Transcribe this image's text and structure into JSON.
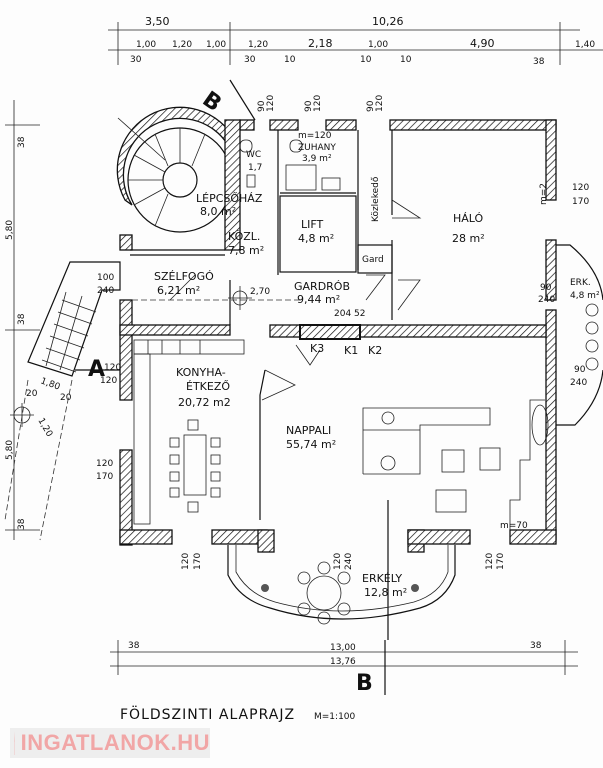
{
  "title": "FÖLDSZINTI ALAPRAJZ",
  "scale": "M=1:100",
  "watermark": "INGATLANOK.HU",
  "section_marks": {
    "a": "A",
    "b_top": "B",
    "b_bottom": "B"
  },
  "rooms": {
    "lepcsohaz": {
      "name": "LÉPCSŐHÁZ",
      "area": "8,0 m²"
    },
    "wc": {
      "name": "WC",
      "area": "1,7"
    },
    "zuhany": {
      "note": "m=120",
      "name": "ZUHANY",
      "area": "3,9 m²"
    },
    "kozlekedo": {
      "name": "Közlekedő"
    },
    "halo": {
      "name": "HÁLÓ",
      "area": "28 m²"
    },
    "lift": {
      "name": "LIFT",
      "area": "4,8 m²"
    },
    "kozl": {
      "name": "KÖZL.",
      "area": "7,8 m²"
    },
    "gard": {
      "name": "Gard"
    },
    "gardrob": {
      "name": "GARDRÓB",
      "area": "9,44 m²"
    },
    "szelfogo": {
      "name": "SZÉLFOGÓ",
      "area": "6,21 m²"
    },
    "konyha": {
      "name1": "KONYHA-",
      "name2": "ÉTKEZŐ",
      "area": "20,72 m2"
    },
    "nappali": {
      "name": "NAPPALI",
      "area": "55,74 m²"
    },
    "erkely": {
      "name": "ERKÉLY",
      "area": "12,8 m²"
    },
    "erk": {
      "name": "ERK.",
      "area": "4,8 m²"
    }
  },
  "fireplace": {
    "dims": "204 52",
    "k3": "K3",
    "k1": "K1",
    "k2": "K2"
  },
  "level": "2,70",
  "dimensions": {
    "top_total": [
      "3,50",
      "10,26"
    ],
    "top_parts": [
      "1,00",
      "1,20",
      "1,00",
      "1,20",
      "2,18",
      "1,00",
      "4,90",
      "1,40"
    ],
    "top_small": [
      "30",
      "30",
      "10",
      "10",
      "10",
      "38"
    ],
    "windows_top": [
      "90",
      "120",
      "90",
      "120",
      "90",
      "120"
    ],
    "bottom_total": [
      "38",
      "13,00",
      "13,76",
      "38"
    ],
    "left": [
      "38",
      "5,80",
      "38",
      "1,80",
      "20",
      "20",
      "1,20",
      "5,80",
      "38"
    ],
    "openings": {
      "szelfogo": [
        "100",
        "240"
      ],
      "a": [
        "120",
        "120"
      ],
      "kitchen": [
        "120",
        "170"
      ],
      "halo_right": [
        "120",
        "170"
      ],
      "halo_door": [
        "90",
        "240"
      ],
      "nappali_door": [
        "90",
        "240"
      ],
      "bottom_left": [
        "120",
        "170"
      ],
      "bottom_mid": [
        "120",
        "240"
      ],
      "bottom_right": [
        "120",
        "170"
      ],
      "m2": "m=2",
      "m70": "m=70"
    }
  }
}
